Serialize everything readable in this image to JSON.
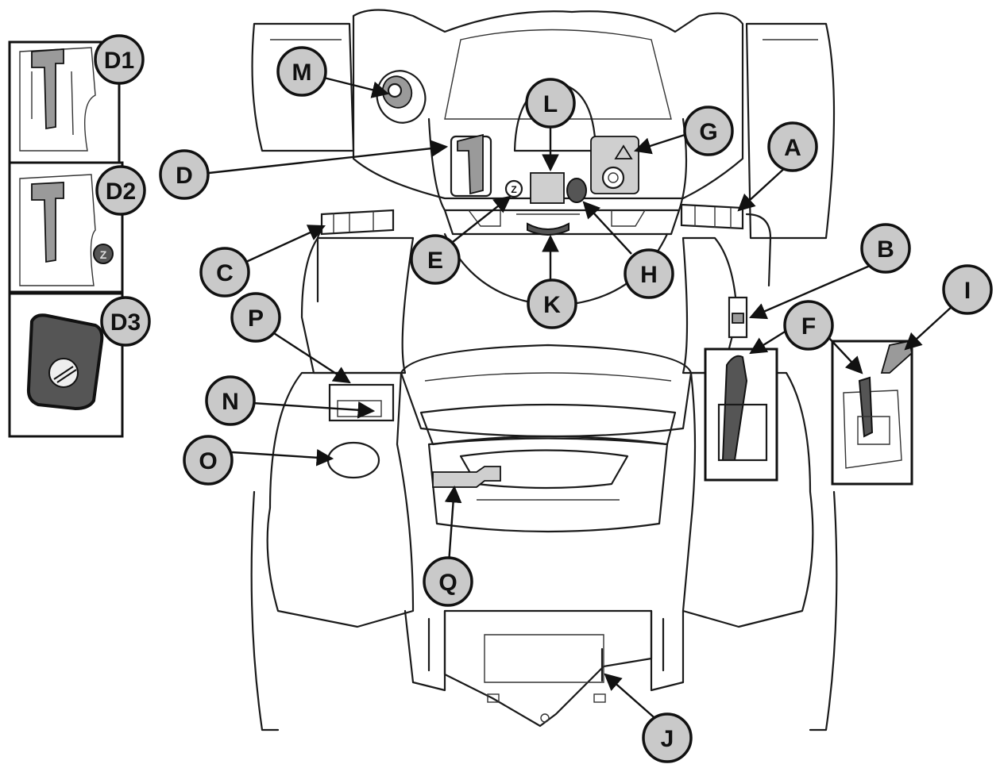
{
  "labels": {
    "A": "A",
    "B": "B",
    "C": "C",
    "D": "D",
    "E": "E",
    "F": "F",
    "G": "G",
    "H": "H",
    "I": "I",
    "J": "J",
    "K": "K",
    "L": "L",
    "M": "M",
    "N": "N",
    "O": "O",
    "P": "P",
    "Q": "Q",
    "D1": "D1",
    "D2": "D2",
    "D3": "D3"
  },
  "icons": {
    "warning": "warning-triangle-icon",
    "ignition": "ignition-key-icon",
    "fuel_cap": "fuel-cap-icon",
    "speed_symbol": "speed-indicator-icon"
  }
}
